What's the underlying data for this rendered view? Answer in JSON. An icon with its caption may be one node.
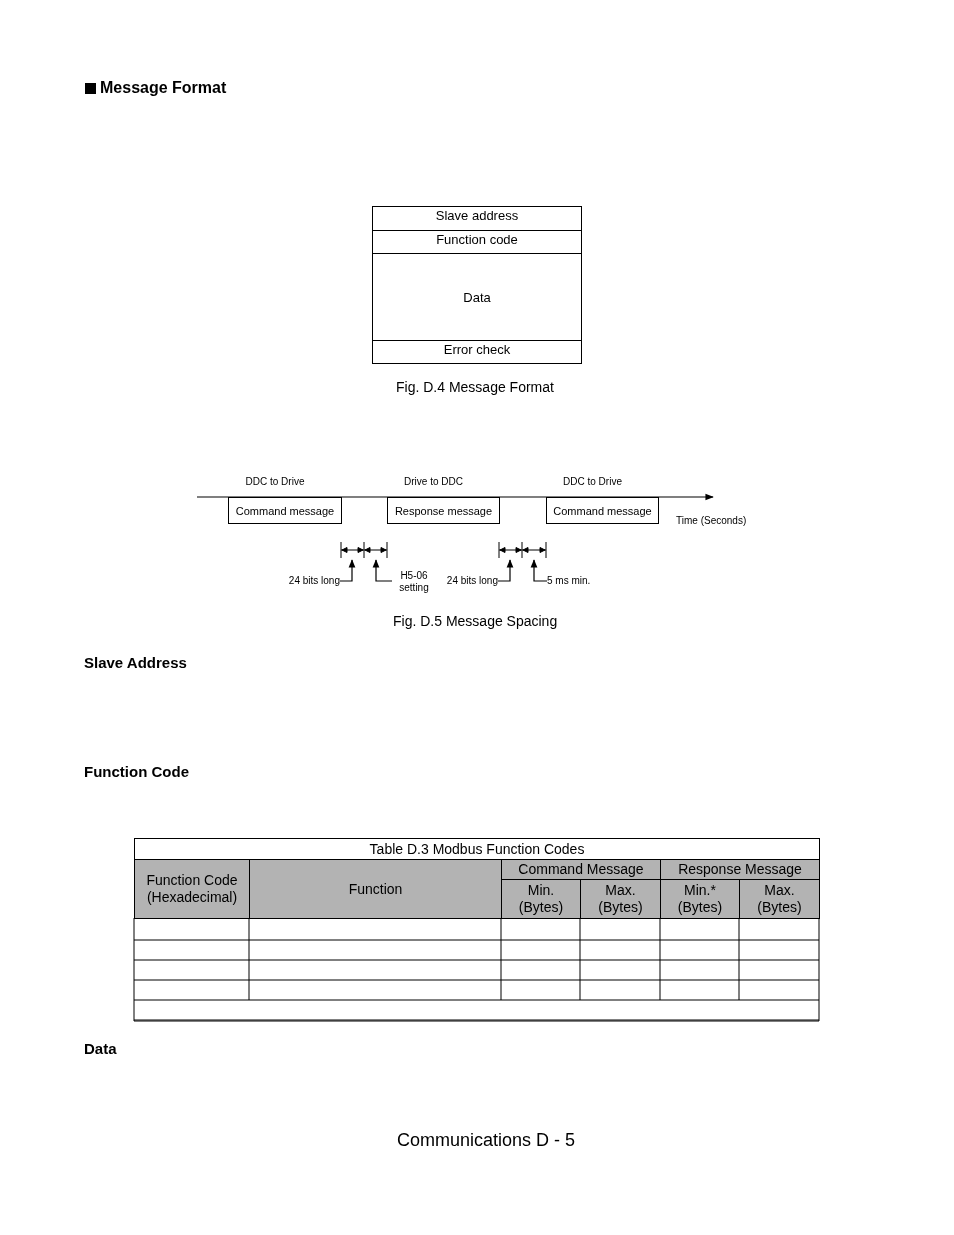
{
  "diagram": {
    "nodes": [
      {
        "text": [
          "Slave address"
        ]
      },
      {
        "text": [
          "Function code"
        ]
      },
      {
        "text": [
          "Data"
        ]
      },
      {
        "text": [
          "Error check"
        ]
      },
      {
        "text": [
          "Command message"
        ],
        "beside": [
          "DDC to Drive"
        ]
      },
      {
        "text": [
          "Response message"
        ],
        "beside": [
          "Drive to DDC"
        ]
      },
      {
        "text": [
          "Command message"
        ],
        "beside": [
          "DDC to Drive"
        ]
      },
      {
        "text": [
          "24 bits long"
        ]
      },
      {
        "text": [
          "H5-06 setting"
        ]
      },
      {
        "text": [
          "24 bits long"
        ]
      },
      {
        "text": [
          "5 ms min."
        ]
      }
    ],
    "edges": [
      {
        "from": 7,
        "to": null,
        "arrow": "to"
      },
      {
        "from": 8,
        "to": null,
        "arrow": "to"
      },
      {
        "from": 9,
        "to": null,
        "arrow": "to"
      },
      {
        "from": 10,
        "to": null,
        "arrow": "to"
      }
    ],
    "labels": [
      "Message Format",
      "Fig. D.4 Message Format",
      "Time (Seconds)",
      "Fig. D.5 Message Spacing",
      "Slave Address",
      "Function Code",
      "Table D.3 Modbus Function Codes",
      "Function Code (Hexadecimal)",
      "Function",
      "Command Message",
      "Response Message",
      "Min. (Bytes)",
      "Max. (Bytes)",
      "Min.* (Bytes)",
      "Max. (Bytes)",
      "Data",
      "Communications D - 5"
    ]
  }
}
